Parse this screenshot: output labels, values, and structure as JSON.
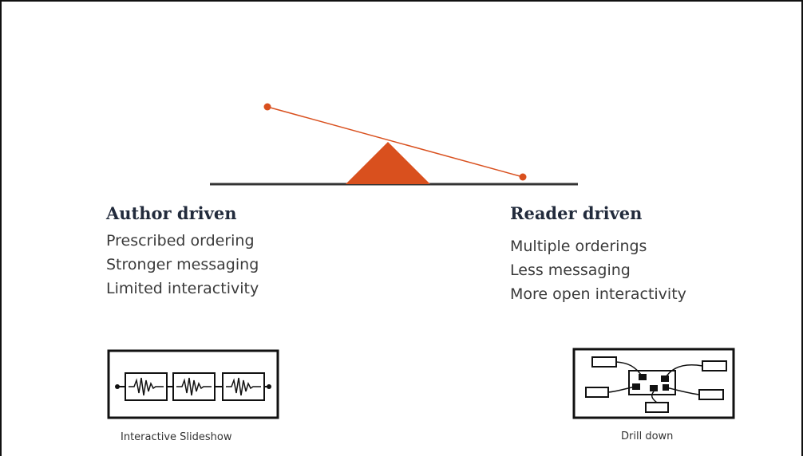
{
  "left": {
    "title": "Author driven",
    "points": [
      "Prescribed ordering",
      "Stronger messaging",
      "Limited interactivity"
    ],
    "caption": "Interactive Slideshow",
    "sketch_icon": "slideshow-sketch-icon"
  },
  "right": {
    "title": "Reader driven",
    "points": [
      "Multiple orderings",
      "Less messaging",
      "More open interactivity"
    ],
    "caption": "Drill down",
    "sketch_icon": "drill-down-sketch-icon"
  },
  "colors": {
    "accent": "#d9501e",
    "baseline": "#333333",
    "heading": "#222b3c"
  }
}
